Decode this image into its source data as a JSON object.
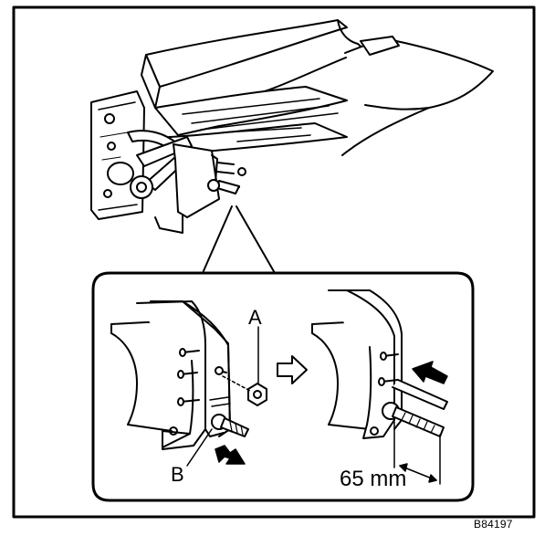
{
  "diagram": {
    "labels": {
      "part_a": "A",
      "part_b": "B"
    },
    "dimension": {
      "text": "65 mm"
    },
    "figure_id": "B84197"
  }
}
